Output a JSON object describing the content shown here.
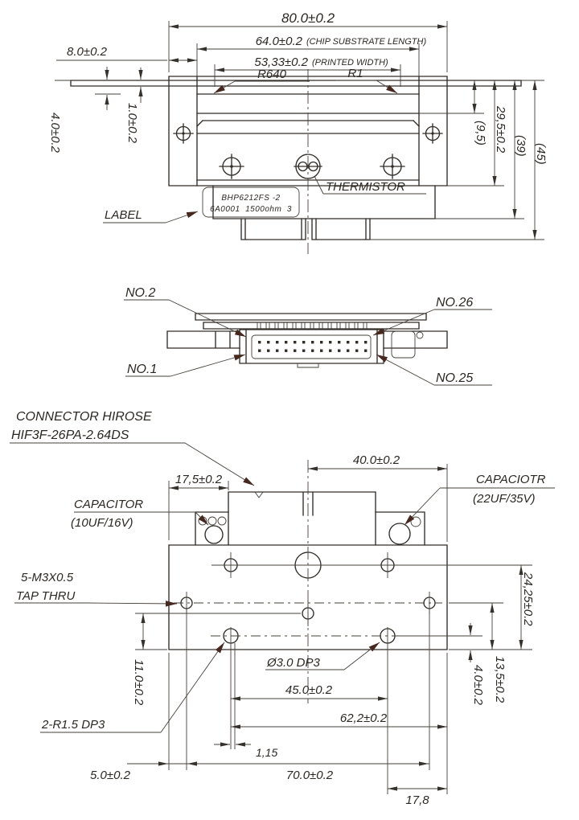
{
  "drawing": {
    "top": {
      "d80": "80.0±0.2",
      "d64": "64.0±0.2",
      "d64_note": "(CHIP SUBSTRATE LENGTH)",
      "d5333": "53,33±0.2",
      "d5333_note": "(PRINTED WIDTH)",
      "d8": "8.0±0.2",
      "r640": "R640",
      "r1": "R1",
      "d40": "4.0±0.2",
      "d10": "1.0±0.2",
      "d95": "(9,5)",
      "d295": "29,5±0.2",
      "d39": "(39)",
      "d45": "(45)",
      "thermistor": "THERMISTOR",
      "label": "LABEL",
      "label_line1": "BHP6212FS -2",
      "label_line2": "6A0001  1500ohm  3"
    },
    "front": {
      "no2": "NO.2",
      "no26": "NO.26",
      "no1": "NO.1",
      "no25": "NO.25"
    },
    "bottom": {
      "connector_line1": "CONNECTOR HIROSE",
      "connector_line2": "HIF3F-26PA-2.64DS",
      "cap_left_line1": "CAPACITOR",
      "cap_left_line2": "(10UF/16V)",
      "cap_right_line1": "CAPACIOTR",
      "cap_right_line2": "(22UF/35V)",
      "tap_line1": "5-M3X0.5",
      "tap_line2": "TAP THRU",
      "hole_note": "Ø3.0 DP3",
      "radius_note": "2-R1.5 DP3",
      "d40": "40.0±0.2",
      "d175": "17,5±0.2",
      "d2425": "24,25±0.2",
      "d135": "13,5±0.2",
      "d40b": "4.0±0.2",
      "d110": "11.0±0.2",
      "d45": "45.0±0.2",
      "d622": "62,2±0.2",
      "d115": "1,15",
      "d50": "5.0±0.2",
      "d700": "70.0±0.2",
      "d178": "17,8"
    }
  }
}
